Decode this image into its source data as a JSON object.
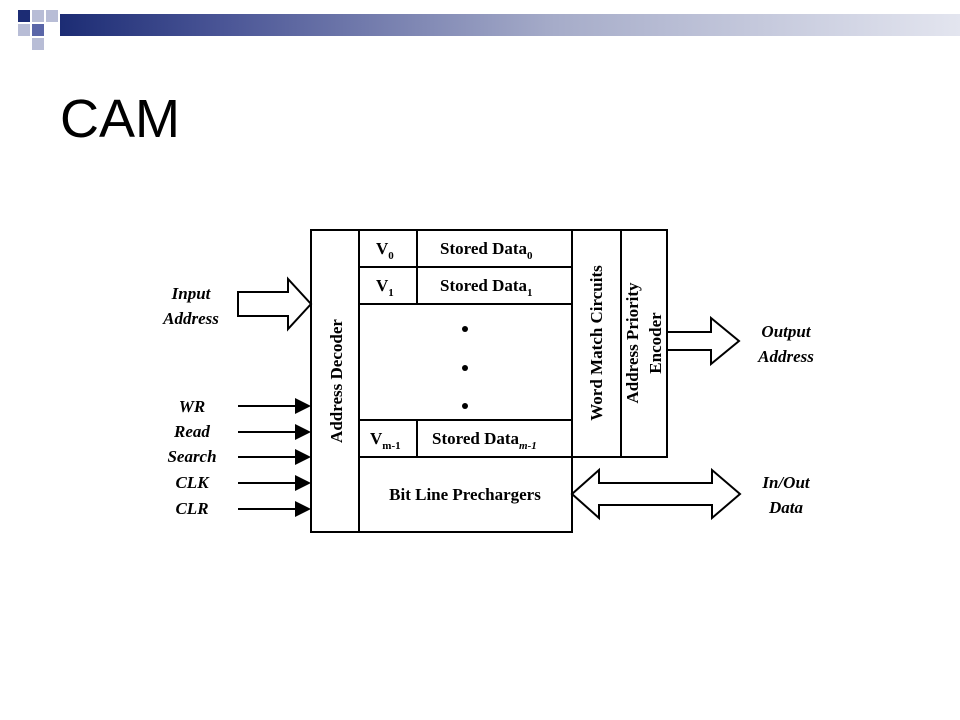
{
  "slide": {
    "title": "CAM",
    "accent_colors": {
      "navy": "#1c2c74",
      "blue": "#5a66a8",
      "pale": "#b8bdd6"
    }
  },
  "diagram": {
    "inputs": {
      "input_address": [
        "Input",
        "Address"
      ],
      "control_signals": [
        "WR",
        "Read",
        "Search",
        "CLK",
        "CLR"
      ]
    },
    "blocks": {
      "address_decoder": "Address Decoder",
      "word_match": "Word Match Circuits",
      "priority_encoder": [
        "Address Priority",
        "Encoder"
      ],
      "bit_line": "Bit Line Prechargers"
    },
    "rows": [
      {
        "valid": "V",
        "valid_sub": "0",
        "data": "Stored Data",
        "data_sub": "0"
      },
      {
        "valid": "V",
        "valid_sub": "1",
        "data": "Stored Data",
        "data_sub": "1"
      },
      {
        "valid": "V",
        "valid_sub": "m-1",
        "data": "Stored Data",
        "data_sub": "m-1"
      }
    ],
    "outputs": {
      "output_address": [
        "Output",
        "Address"
      ],
      "in_out_data": [
        "In/Out",
        "Data"
      ]
    }
  }
}
